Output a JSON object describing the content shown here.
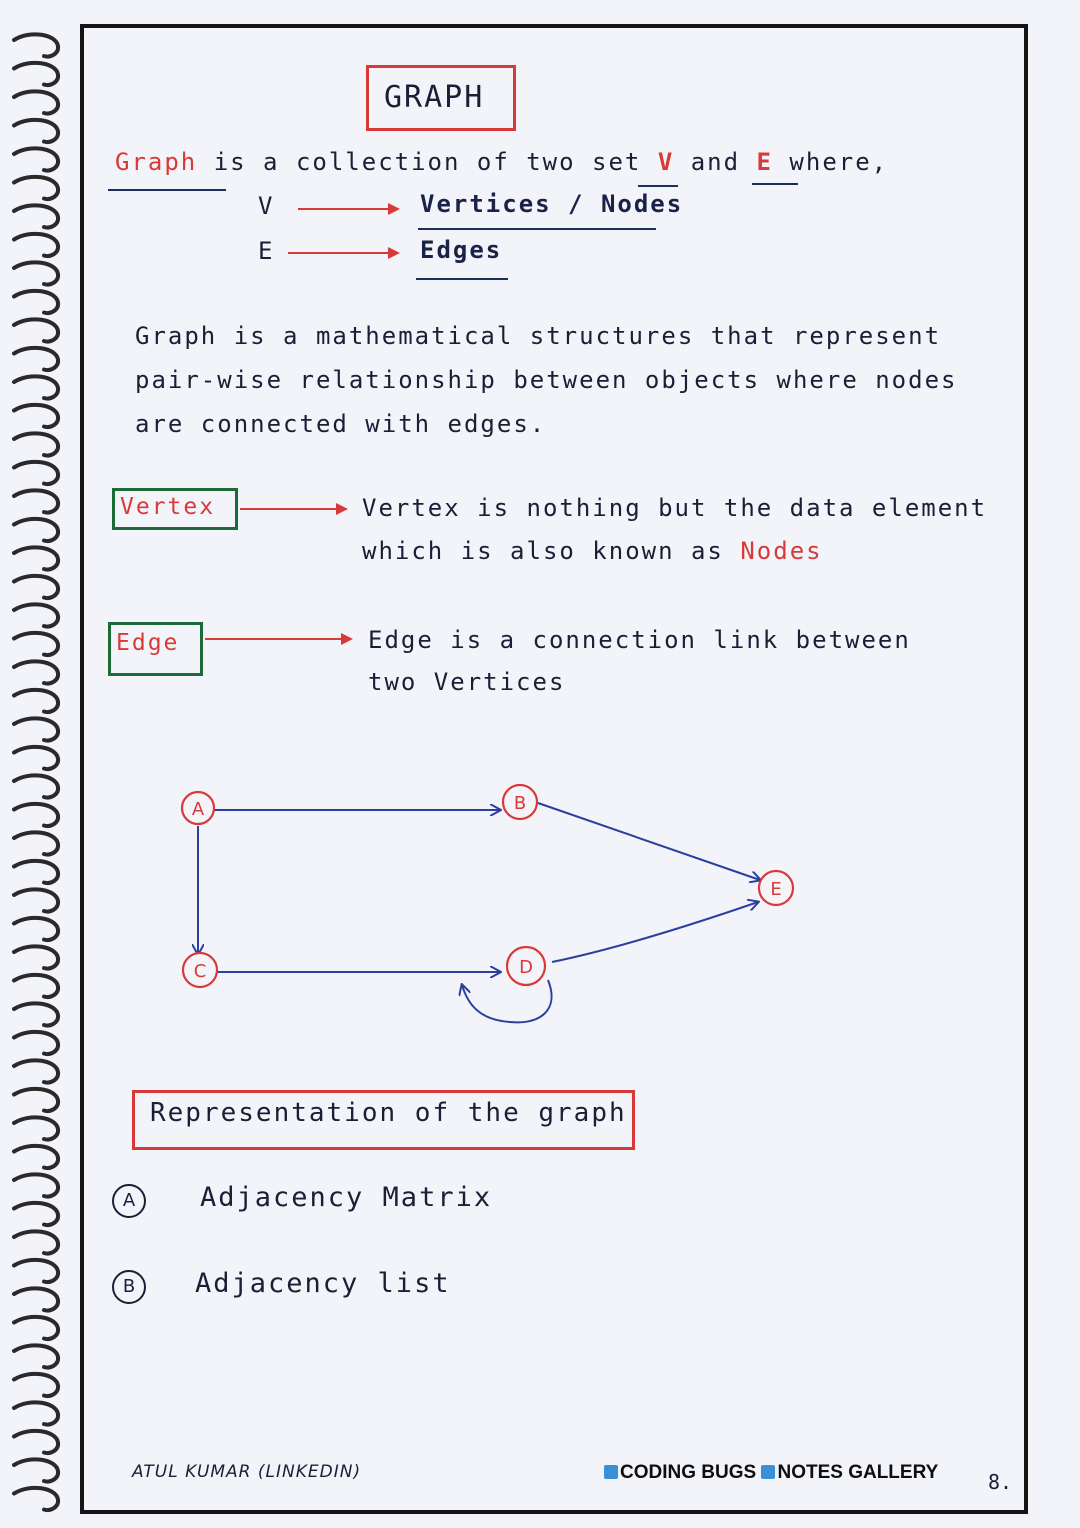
{
  "title": "GRAPH",
  "definition": {
    "line1_start": "Graph",
    "line1_mid": " is a collection of two set ",
    "v": "V",
    "and": " and ",
    "e": "E",
    "where": " where,",
    "v_label": "V",
    "v_meaning": "Vertices / Nodes",
    "e_label": "E",
    "e_meaning": "Edges"
  },
  "paragraph": [
    "Graph is a mathematical structures that represent",
    "pair-wise relationship between objects where nodes",
    "are connected with edges."
  ],
  "vertex": {
    "term": "Vertex",
    "line1": "Vertex is nothing but the data element",
    "line2": "which is also known as ",
    "nodes": "Nodes"
  },
  "edge": {
    "term": "Edge",
    "line1": "Edge is a connection link between",
    "line2": "two Vertices"
  },
  "diagram": {
    "nodes": [
      "A",
      "B",
      "C",
      "D",
      "E"
    ],
    "edges": [
      [
        "A",
        "B"
      ],
      [
        "A",
        "C"
      ],
      [
        "C",
        "D"
      ],
      [
        "B",
        "E"
      ],
      [
        "D",
        "E"
      ],
      [
        "D",
        "D"
      ]
    ]
  },
  "representation": {
    "heading": "Representation of the graph",
    "items": [
      {
        "marker": "A",
        "text": "Adjacency Matrix"
      },
      {
        "marker": "B",
        "text": "Adjacency list"
      }
    ]
  },
  "footer": {
    "author": "ATUL KUMAR (LINKEDIN)",
    "wm1": "CODING BUGS",
    "wm2": "NOTES GALLERY",
    "page": "8."
  },
  "colors": {
    "red": "#d93a37",
    "green": "#1c6b36",
    "blue": "#2c3f9e",
    "ink": "#1d1e36"
  }
}
